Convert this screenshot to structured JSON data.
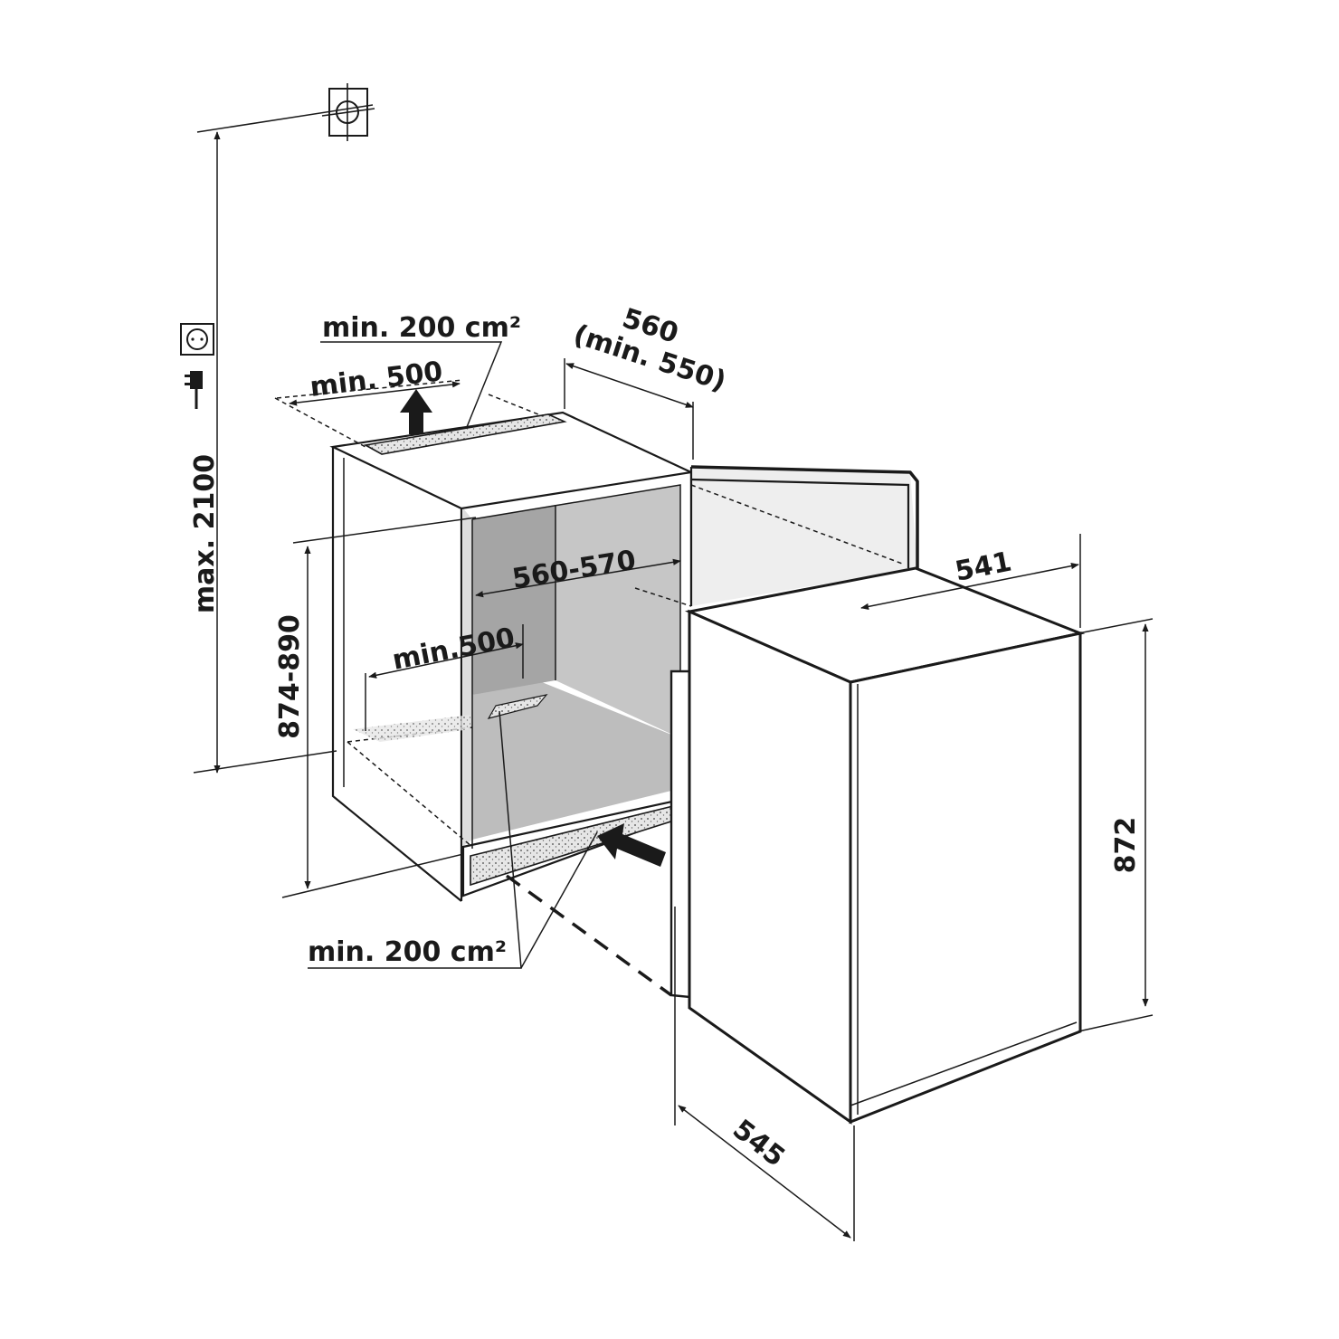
{
  "labels": {
    "max_height": "max. 2100",
    "vent_top_area": "min. 200 cm²",
    "vent_top_depth": "min. 500",
    "niche_width": "560",
    "niche_width_min": "(min. 550)",
    "niche_depth": "560-570",
    "niche_height": "874-890",
    "floor_depth": "min.500",
    "vent_bottom_area": "min. 200 cm²",
    "appliance_width": "541",
    "appliance_height": "872",
    "appliance_depth": "545"
  },
  "icons": [
    "socket-icon",
    "plug-icon",
    "gas-connection-icon"
  ],
  "colors": {
    "line": "#1a1a1a",
    "niche_interior": "#b9b9b9",
    "niche_back": "#a3a3a3",
    "door_panel": "#ededed",
    "vent_fill": "#e4e4e4"
  }
}
